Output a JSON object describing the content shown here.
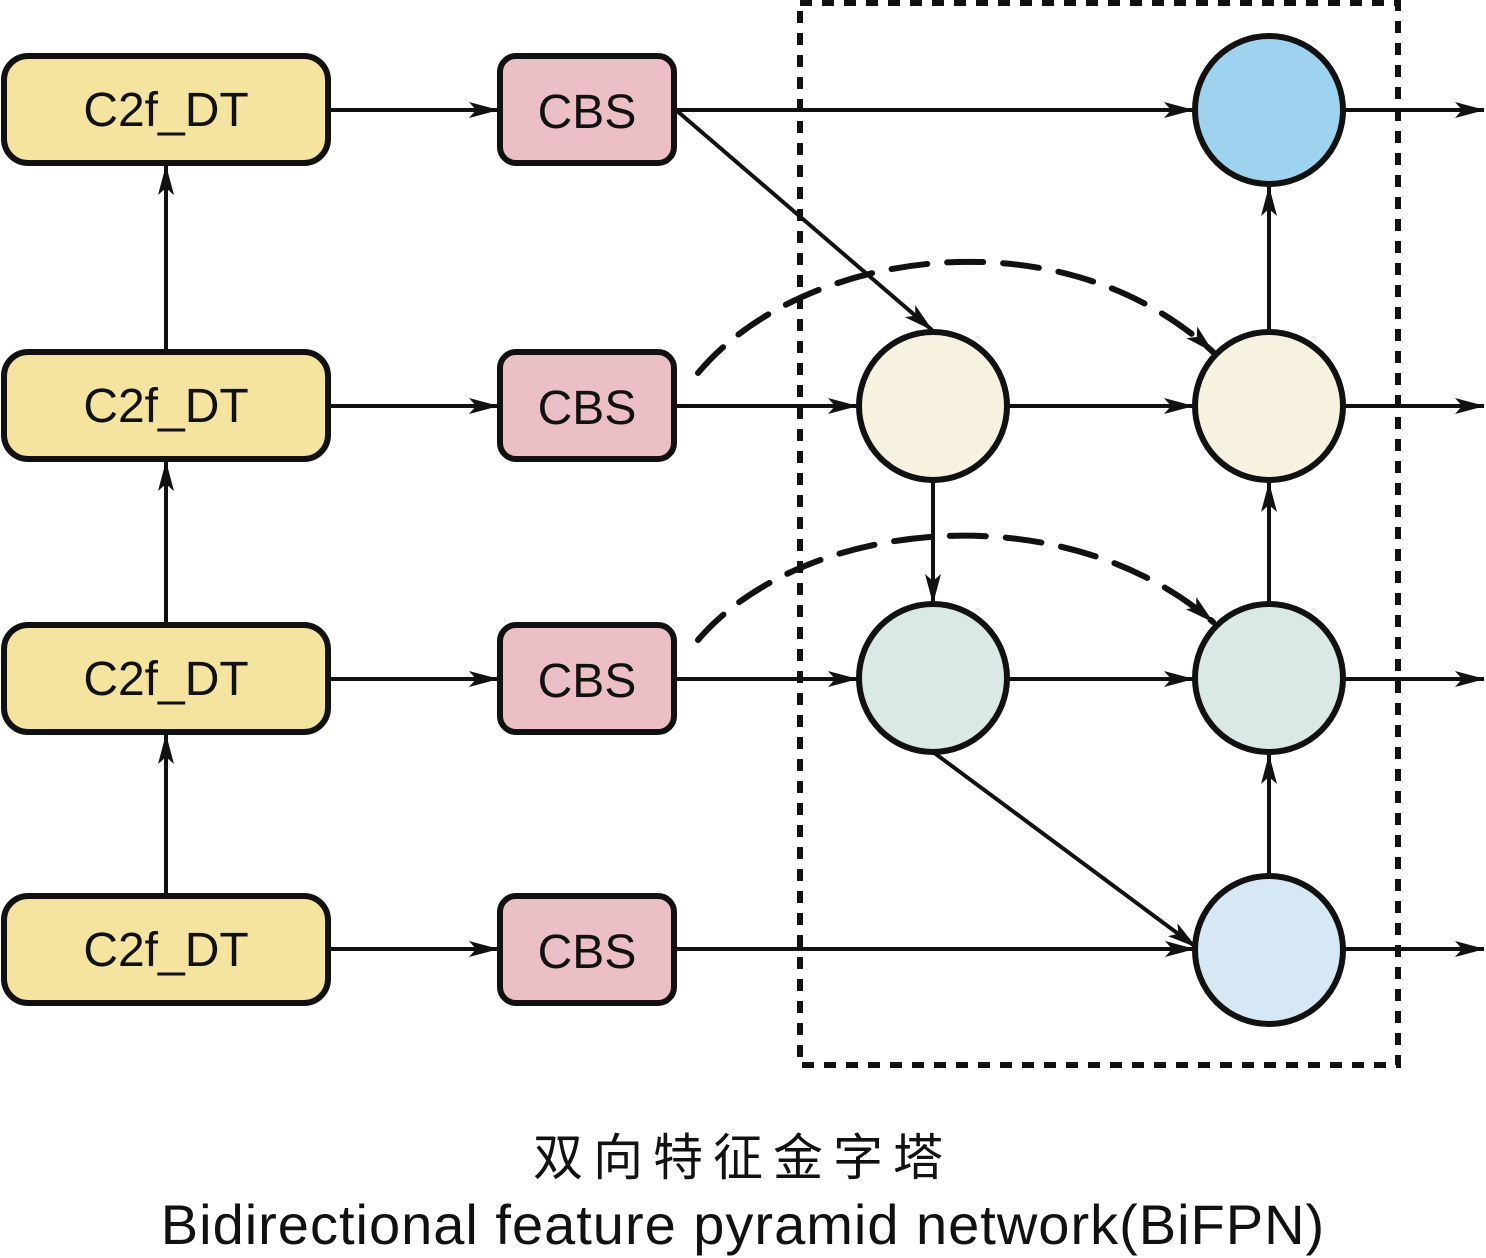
{
  "diagram": {
    "backbone_blocks": [
      {
        "label": "C2f_DT"
      },
      {
        "label": "C2f_DT"
      },
      {
        "label": "C2f_DT"
      },
      {
        "label": "C2f_DT"
      }
    ],
    "cbs_blocks": [
      {
        "label": "CBS"
      },
      {
        "label": "CBS"
      },
      {
        "label": "CBS"
      },
      {
        "label": "CBS"
      }
    ],
    "nodes": [
      {
        "id": "p-top-out",
        "level": 1,
        "stage": "output",
        "color": "#9dd3ee"
      },
      {
        "id": "p2-mid",
        "level": 2,
        "stage": "intermediate",
        "color": "#f7f1df"
      },
      {
        "id": "p2-out",
        "level": 2,
        "stage": "output",
        "color": "#f7f1df"
      },
      {
        "id": "p3-mid",
        "level": 3,
        "stage": "intermediate",
        "color": "#dbe9e6"
      },
      {
        "id": "p3-out",
        "level": 3,
        "stage": "output",
        "color": "#dbe9e6"
      },
      {
        "id": "p4-out",
        "level": 4,
        "stage": "output",
        "color": "#d6e8f4"
      }
    ],
    "colors": {
      "backbone_fill": "#f4e4a0",
      "cbs_fill": "#ebbfc5",
      "stroke": "#111111"
    },
    "region_label": "BiFPN"
  },
  "caption": {
    "chinese": "双向特征金字塔",
    "english": "Bidirectional feature pyramid network(BiFPN)"
  }
}
